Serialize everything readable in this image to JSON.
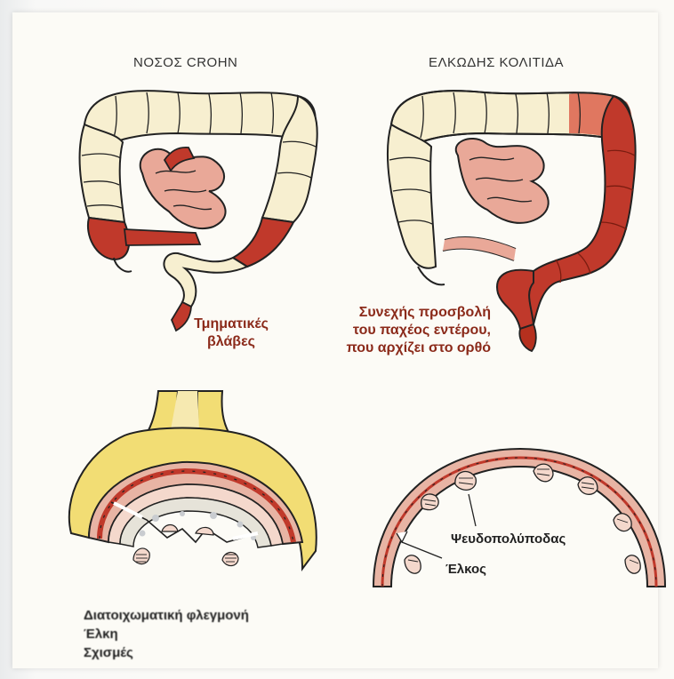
{
  "panels": {
    "crohn": {
      "title": "ΝΟΣΟΣ CROHN",
      "caption_lines": [
        "Τμηματικές",
        "βλάβες"
      ]
    },
    "colitis": {
      "title": "ΕΛΚΩΔΗΣ ΚΟΛΙΤΙΔΑ",
      "caption_lines": [
        "Συνεχής προσβολή",
        "του παχέος εντέρου,",
        "που αρχίζει στο ορθό"
      ]
    }
  },
  "cross_sections": {
    "crohn": {
      "labels": [
        "Διατοιχωματική φλεγμονή",
        "Έλκη",
        "Σχισμές"
      ]
    },
    "colitis": {
      "labels": [
        "Ψευδοπολύποδας",
        "Έλκος"
      ]
    }
  },
  "colors": {
    "colon_healthy": "#f7efd0",
    "colon_inflamed": "#c0392b",
    "small_intestine": "#e9a898",
    "fat": "#f2dd74",
    "caption": "#8b2a1a"
  }
}
